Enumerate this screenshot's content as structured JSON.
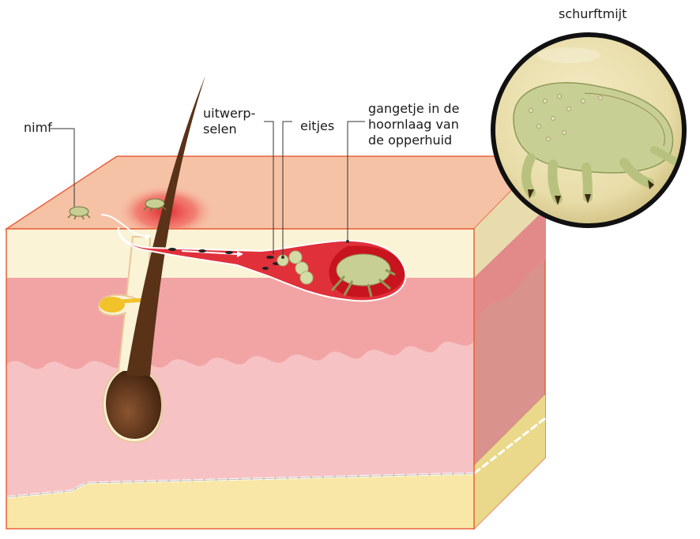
{
  "labels": {
    "nymph": "nimf",
    "droppings_line1": "uitwerp-",
    "droppings_line2": "selen",
    "eggs": "eitjes",
    "burrow_line1": "gangetje in de",
    "burrow_line2": "hoornlaag van",
    "burrow_line3": "de opperhuid",
    "mite": "schurftmijt"
  },
  "colors": {
    "outline": "#e8623a",
    "stratum_corneum": "#fbf3d6",
    "skin_surface": "#f6c2a6",
    "epidermis": "#f2a4a4",
    "dermis": "#f7c2c4",
    "subcutis": "#f8e7a6",
    "burrow": "#d91e2a",
    "hair": "#5a3218",
    "mite_body": "#c7cf94",
    "magnifier_rim": "#111111"
  }
}
